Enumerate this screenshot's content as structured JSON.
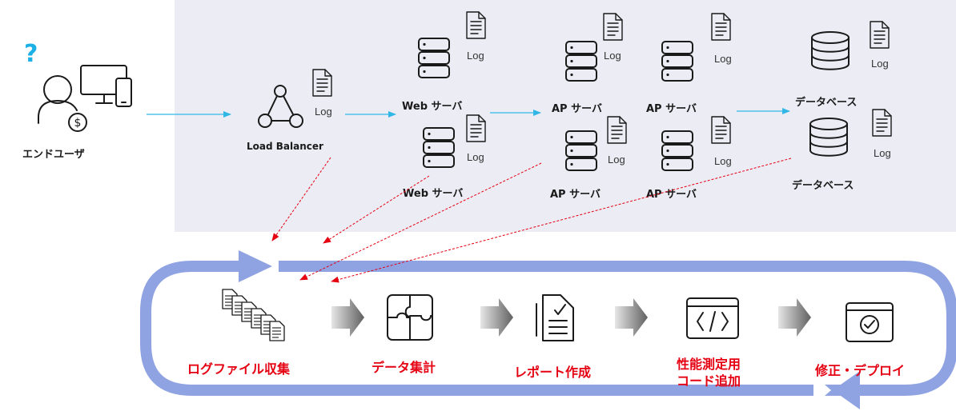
{
  "colors": {
    "panel": "#ececf5",
    "loop": "#8fa3e2",
    "flow_arrow": "#31b7e6",
    "log_arrow": "#e50012",
    "question": "#1bb1e7",
    "red_text": "#e50012"
  },
  "nodes": {
    "end_user": {
      "label": "エンドユーザ",
      "question": "?"
    },
    "load_balancer": {
      "label": "Load Balancer",
      "log": "Log"
    },
    "web_server_1": {
      "label": "Web サーバ",
      "log": "Log"
    },
    "web_server_2": {
      "label": "Web サーバ",
      "log": "Log"
    },
    "ap_server_1": {
      "label": "AP サーバ",
      "log": "Log"
    },
    "ap_server_2": {
      "label": "AP サーバ",
      "log": "Log"
    },
    "ap_server_3": {
      "label": "AP サーバ",
      "log": "Log"
    },
    "ap_server_4": {
      "label": "AP サーバ",
      "log": "Log"
    },
    "database_1": {
      "label": "データベース",
      "log": "Log"
    },
    "database_2": {
      "label": "データベース",
      "log": "Log"
    }
  },
  "cycle": {
    "step1": "ログファイル収集",
    "step2": "データ集計",
    "step3": "レポート作成",
    "step4_line1": "性能測定用",
    "step4_line2": "コード追加",
    "step5": "修正・デプロイ"
  }
}
